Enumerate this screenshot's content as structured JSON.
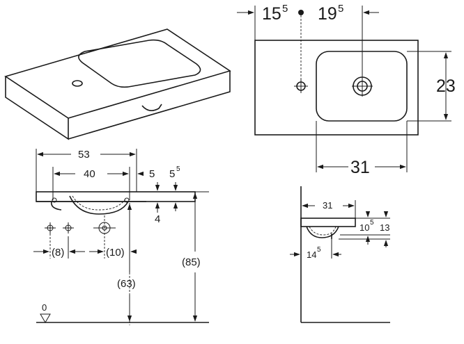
{
  "labels": {
    "top_left_offset": "15",
    "top_left_offset_sup": "5",
    "top_right_offset": "19",
    "top_right_offset_sup": "5",
    "plan_height": "23",
    "plan_bowl_width": "31",
    "front_width": "53",
    "front_bowl_width": "40",
    "front_right_a": "5",
    "front_right_b": "5",
    "front_right_b_sup": "5",
    "front_thickness": "4",
    "trap_left": "(8)",
    "trap_right": "(10)",
    "outlet_height": "(63)",
    "rim_height": "(85)",
    "floor_level": "0",
    "side_depth": "31",
    "side_rim_a": "10",
    "side_rim_a_sup": "5",
    "side_rim_b": "13",
    "side_outlet": "14",
    "side_outlet_sup": "5"
  }
}
